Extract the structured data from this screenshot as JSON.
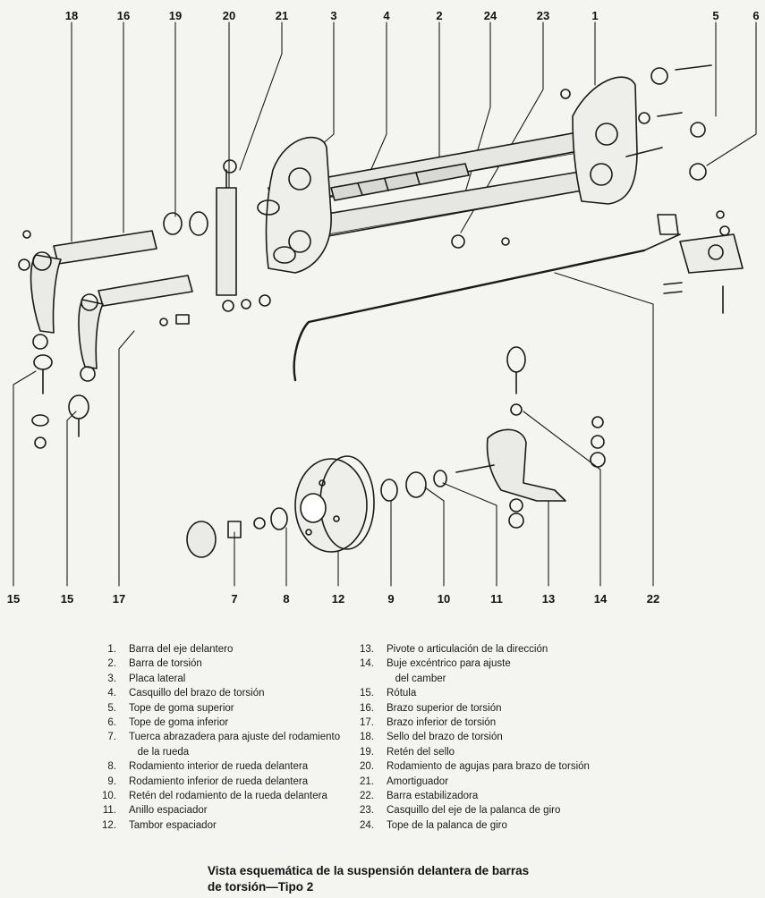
{
  "callouts": {
    "top": [
      "18",
      "16",
      "19",
      "20",
      "21",
      "3",
      "4",
      "2",
      "24",
      "23",
      "1",
      "5",
      "6"
    ],
    "bottom": [
      "15",
      "15",
      "17",
      "7",
      "8",
      "12",
      "9",
      "10",
      "11",
      "13",
      "14",
      "22"
    ]
  },
  "legend_left": [
    {
      "n": "1.",
      "t": "Barra del eje delantero"
    },
    {
      "n": "2.",
      "t": "Barra de torsión"
    },
    {
      "n": "3.",
      "t": "Placa lateral"
    },
    {
      "n": "4.",
      "t": "Casquillo del brazo de torsión"
    },
    {
      "n": "5.",
      "t": "Tope de goma superior"
    },
    {
      "n": "6.",
      "t": "Tope de goma inferior"
    },
    {
      "n": "7.",
      "t": "Tuerca abrazadera para ajuste del rodamiento"
    },
    {
      "n": "",
      "t": "   de la rueda"
    },
    {
      "n": "8.",
      "t": "Rodamiento interior de rueda delantera"
    },
    {
      "n": "9.",
      "t": "Rodamiento inferior de rueda delantera"
    },
    {
      "n": "10.",
      "t": "Retén del rodamiento de la rueda delantera"
    },
    {
      "n": "11.",
      "t": "Anillo espaciador"
    },
    {
      "n": "12.",
      "t": "Tambor espaciador"
    }
  ],
  "legend_right": [
    {
      "n": "13.",
      "t": "Pivote o articulación de la dirección"
    },
    {
      "n": "14.",
      "t": "Buje excéntrico para ajuste"
    },
    {
      "n": "",
      "t": "   del camber"
    },
    {
      "n": "15.",
      "t": "Rótula"
    },
    {
      "n": "16.",
      "t": "Brazo superior de torsión"
    },
    {
      "n": "17.",
      "t": "Brazo inferior de torsión"
    },
    {
      "n": "18.",
      "t": "Sello del brazo de torsión"
    },
    {
      "n": "19.",
      "t": "Retén del sello"
    },
    {
      "n": "20.",
      "t": "Rodamiento de agujas para brazo de torsión"
    },
    {
      "n": "21.",
      "t": "Amortiguador"
    },
    {
      "n": "22.",
      "t": "Barra estabilizadora"
    },
    {
      "n": "23.",
      "t": "Casquillo del eje de la palanca de giro"
    },
    {
      "n": "24.",
      "t": "Tope de la palanca de giro"
    }
  ],
  "caption": {
    "line1": "Vista esquemática de la suspensión delantera de barras",
    "line2": "de torsión—Tipo 2"
  }
}
